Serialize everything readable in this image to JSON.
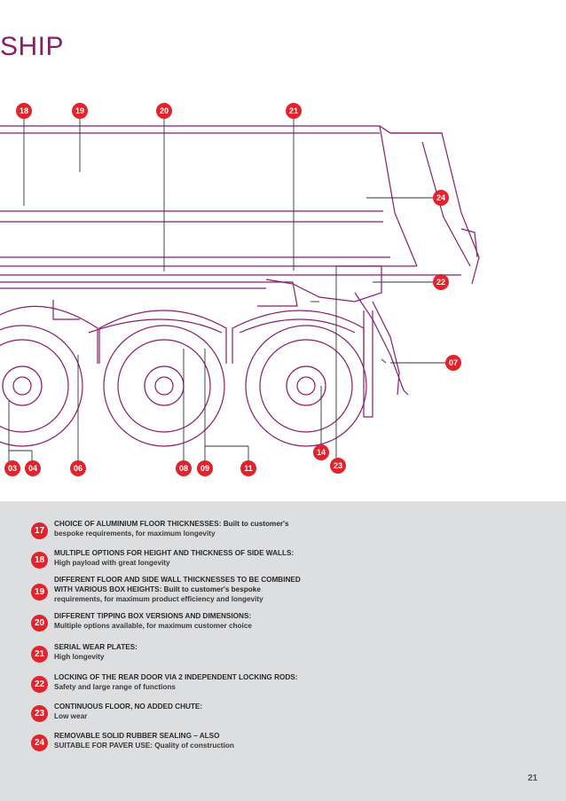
{
  "header": {
    "title": "SHIP"
  },
  "colors": {
    "accent": "#e1242c",
    "drawing": "#8a1d6e",
    "legend_bg": "#dddee0"
  },
  "callouts": {
    "c18": "18",
    "c19": "19",
    "c20": "20",
    "c21": "21",
    "c24": "24",
    "c22": "22",
    "c07": "07",
    "c03": "03",
    "c04": "04",
    "c06": "06",
    "c08": "08",
    "c09": "09",
    "c11": "11",
    "c14": "14",
    "c23": "23"
  },
  "legend": [
    {
      "num": "17",
      "title": "CHOICE OF ALUMINIUM FLOOR THICKNESSES: Built to customer's",
      "desc": "bespoke requirements, for maximum longevity"
    },
    {
      "num": "18",
      "title": "MULTIPLE OPTIONS FOR HEIGHT AND THICKNESS OF SIDE WALLS:",
      "desc": "High payload with great longevity"
    },
    {
      "num": "19",
      "title": "DIFFERENT FLOOR AND SIDE WALL THICKNESSES TO BE COMBINED",
      "title2": "WITH VARIOUS BOX HEIGHTS: Built to customer's bespoke",
      "desc": "requirements, for maximum product efficiency and longevity"
    },
    {
      "num": "20",
      "title": "DIFFERENT TIPPING BOX VERSIONS AND DIMENSIONS:",
      "desc": "Multiple options available, for maximum customer choice"
    },
    {
      "num": "21",
      "title": "SERIAL WEAR PLATES:",
      "desc": "High longevity"
    },
    {
      "num": "22",
      "title": "LOCKING OF THE REAR DOOR VIA 2 INDEPENDENT LOCKING RODS:",
      "desc": "Safety and large range of functions"
    },
    {
      "num": "23",
      "title": "CONTINUOUS FLOOR, NO ADDED CHUTE:",
      "desc": "Low wear"
    },
    {
      "num": "24",
      "title": "REMOVABLE SOLID RUBBER SEALING – ALSO",
      "desc": "SUITABLE FOR PAVER USE: Quality of construction"
    }
  ],
  "footer": {
    "page_number": "21"
  }
}
